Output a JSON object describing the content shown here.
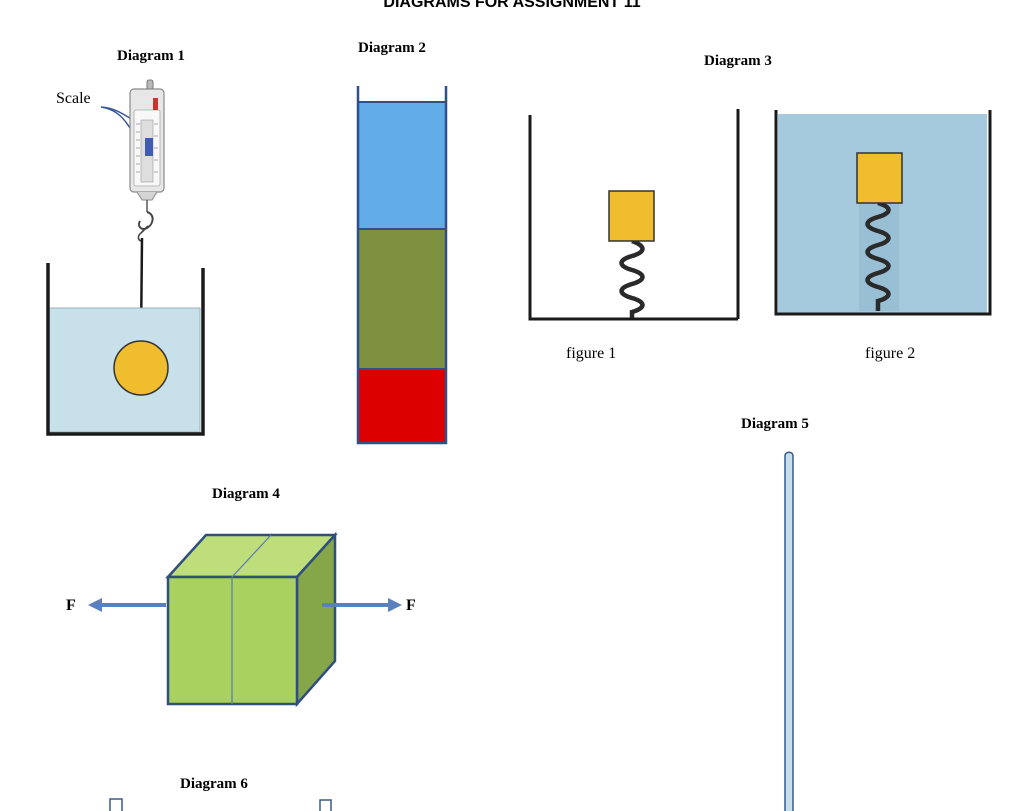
{
  "page": {
    "title": "DIAGRAMS FOR ASSIGNMENT 11"
  },
  "diagram1": {
    "label": "Diagram 1",
    "scale_label": "Scale",
    "colors": {
      "water": "#c7e0ea",
      "ball": "#f0bd2e",
      "container": "#1a1a1a"
    }
  },
  "diagram2": {
    "label": "Diagram 2",
    "layer_colors": [
      "#62acea",
      "#7e9140",
      "#dd0000"
    ]
  },
  "diagram3": {
    "label": "Diagram 3",
    "figure1_caption": "figure 1",
    "figure2_caption": "figure 2",
    "colors": {
      "water": "#a6cadd",
      "block": "#f0bd2e"
    }
  },
  "diagram4": {
    "label": "Diagram 4",
    "force_left": "F",
    "force_right": "F",
    "colors": {
      "front": "#a8d15f",
      "top": "#bede7c",
      "side": "#86a64a",
      "arrow": "#5b80c0"
    }
  },
  "diagram5": {
    "label": "Diagram 5",
    "colors": {
      "tube": "#c8dfea"
    }
  },
  "diagram6": {
    "label": "Diagram 6"
  }
}
